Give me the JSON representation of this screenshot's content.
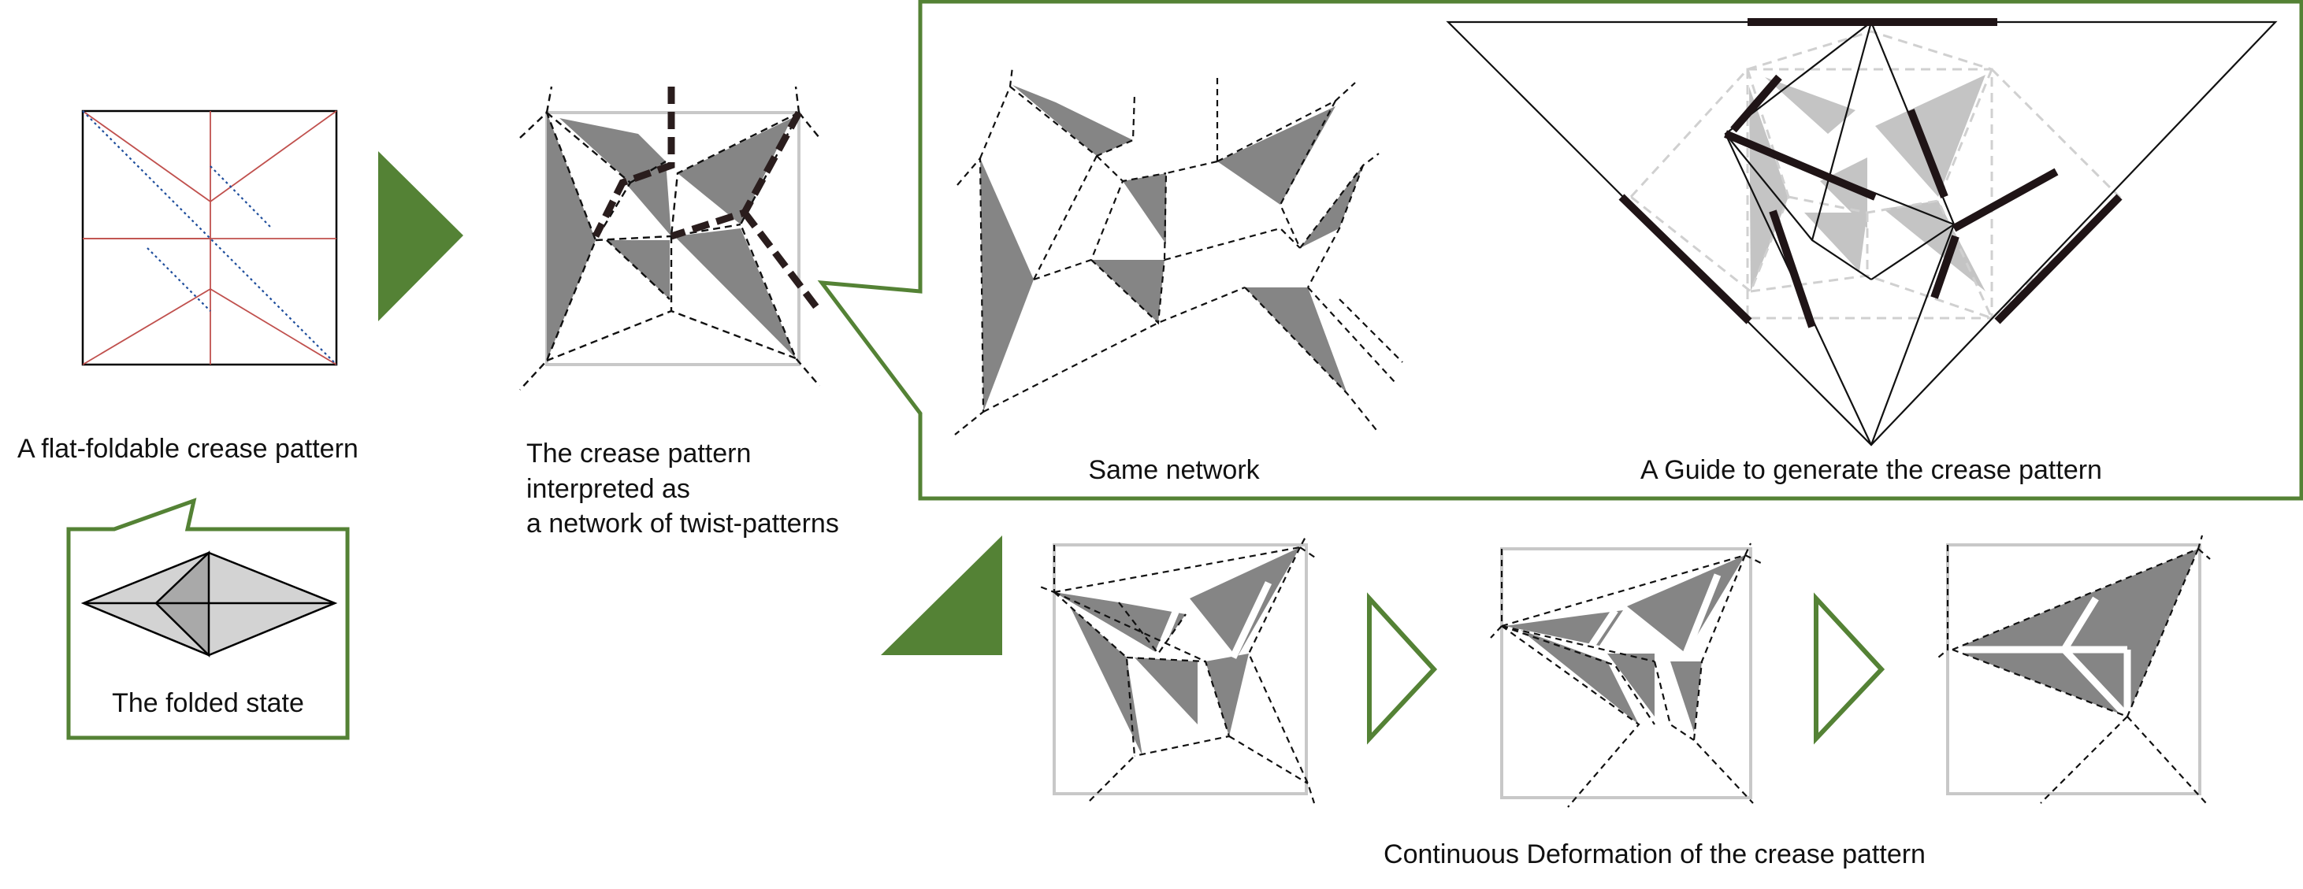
{
  "captions": {
    "crease_pattern": "A flat-foldable crease pattern",
    "folded_state": "The folded state",
    "network_line1": "The crease pattern",
    "network_line2": "interpreted as",
    "network_line3": "a network of twist-patterns",
    "same_network": "Same network",
    "guide": "A Guide to generate the crease pattern",
    "deformation": "Continuous Deformation of the crease pattern"
  },
  "colors": {
    "accent_green": "#548235",
    "mountain_red": "#c0504d",
    "valley_blue": "#1f4e9c",
    "face_grey": "#858585",
    "frame_grey": "#c8c8c8"
  }
}
